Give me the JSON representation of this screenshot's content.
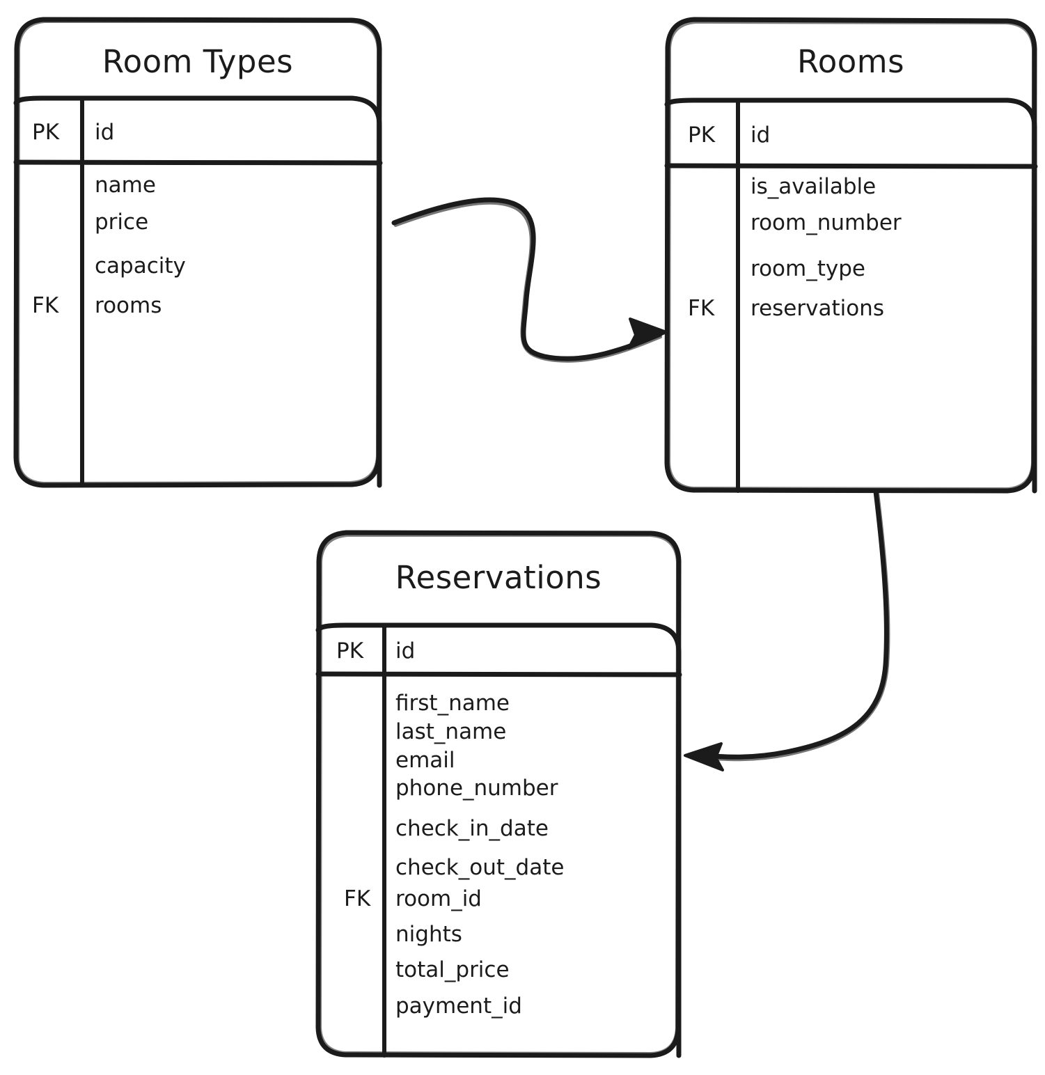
{
  "diagram": {
    "type": "entity-relationship-diagram",
    "style": "hand-drawn-sketch",
    "ink_color": "#1b1b1b",
    "background_color": "#ffffff"
  },
  "entities": [
    {
      "id": "room-types",
      "title": "Room Types",
      "primary_key": {
        "key_label": "PK",
        "field": "id"
      },
      "foreign_key_label": "FK",
      "fields": [
        {
          "name": "name",
          "key": ""
        },
        {
          "name": "price",
          "key": ""
        },
        {
          "name": "capacity",
          "key": ""
        },
        {
          "name": "rooms",
          "key": "FK"
        }
      ]
    },
    {
      "id": "rooms",
      "title": "Rooms",
      "primary_key": {
        "key_label": "PK",
        "field": "id"
      },
      "foreign_key_label": "FK",
      "fields": [
        {
          "name": "is_available",
          "key": ""
        },
        {
          "name": "room_number",
          "key": ""
        },
        {
          "name": "room_type",
          "key": ""
        },
        {
          "name": "reservations",
          "key": "FK"
        }
      ]
    },
    {
      "id": "reservations",
      "title": "Reservations",
      "primary_key": {
        "key_label": "PK",
        "field": "id"
      },
      "foreign_key_label": "FK",
      "fields": [
        {
          "name": "first_name",
          "key": ""
        },
        {
          "name": "last_name",
          "key": ""
        },
        {
          "name": "email",
          "key": ""
        },
        {
          "name": "phone_number",
          "key": ""
        },
        {
          "name": "check_in_date",
          "key": ""
        },
        {
          "name": "check_out_date",
          "key": ""
        },
        {
          "name": "room_id",
          "key": "FK"
        },
        {
          "name": "nights",
          "key": ""
        },
        {
          "name": "total_price",
          "key": ""
        },
        {
          "name": "payment_id",
          "key": ""
        }
      ]
    }
  ],
  "relationships": [
    {
      "id": "rel-roomtypes-rooms",
      "from": "room-types",
      "to": "rooms",
      "arrow": "single-ended"
    },
    {
      "id": "rel-rooms-reservations",
      "from": "rooms",
      "to": "reservations",
      "arrow": "single-ended"
    }
  ]
}
